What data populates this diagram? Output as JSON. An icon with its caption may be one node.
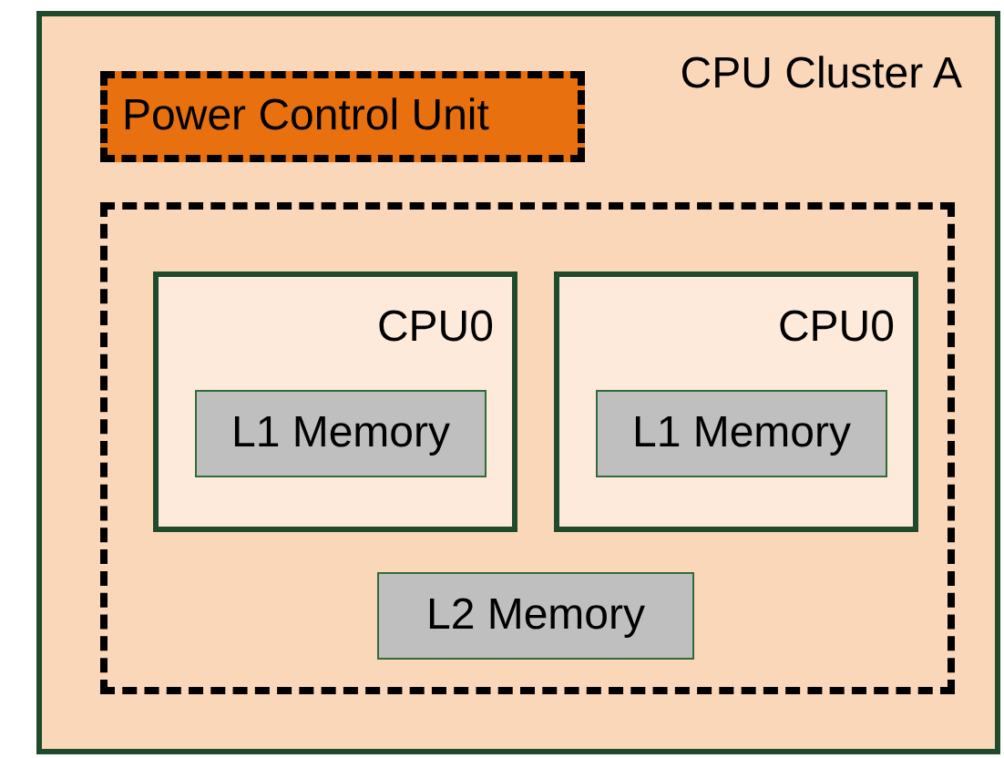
{
  "diagram": {
    "nodes": [
      {
        "text": [
          "CPU Cluster A"
        ]
      },
      {
        "text": [
          "Power Control Unit"
        ],
        "in": 0
      },
      {
        "text": [],
        "shape": "box",
        "in": 0
      },
      {
        "text": [
          "CPU0"
        ],
        "in": 2
      },
      {
        "text": [
          "L1 Memory"
        ],
        "in": 3
      },
      {
        "text": [
          "CPU0"
        ],
        "in": 2
      },
      {
        "text": [
          "L1 Memory"
        ],
        "in": 5
      },
      {
        "text": [
          "L2 Memory"
        ],
        "in": 2
      }
    ]
  }
}
